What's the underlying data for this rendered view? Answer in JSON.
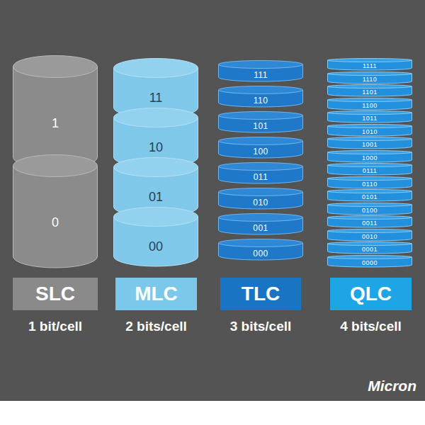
{
  "diagram": {
    "nodes": [
      {
        "text": [
          "1"
        ]
      },
      {
        "text": [
          "0"
        ]
      },
      {
        "text": [
          "11"
        ]
      },
      {
        "text": [
          "10"
        ]
      },
      {
        "text": [
          "01"
        ]
      },
      {
        "text": [
          "00"
        ]
      },
      {
        "text": [
          "111"
        ]
      },
      {
        "text": [
          "110"
        ]
      },
      {
        "text": [
          "101"
        ]
      },
      {
        "text": [
          "100"
        ]
      },
      {
        "text": [
          "011"
        ]
      },
      {
        "text": [
          "010"
        ]
      },
      {
        "text": [
          "001"
        ]
      },
      {
        "text": [
          "000"
        ]
      },
      {
        "text": [
          "1111"
        ]
      },
      {
        "text": [
          "1110"
        ]
      },
      {
        "text": [
          "1101"
        ]
      },
      {
        "text": [
          "1100"
        ]
      },
      {
        "text": [
          "1011"
        ]
      },
      {
        "text": [
          "1010"
        ]
      },
      {
        "text": [
          "1001"
        ]
      },
      {
        "text": [
          "1000"
        ]
      },
      {
        "text": [
          "0111"
        ]
      },
      {
        "text": [
          "0110"
        ]
      },
      {
        "text": [
          "0101"
        ]
      },
      {
        "text": [
          "0100"
        ]
      },
      {
        "text": [
          "0011"
        ]
      },
      {
        "text": [
          "0010"
        ]
      },
      {
        "text": [
          "0001"
        ]
      },
      {
        "text": [
          "0000"
        ]
      },
      {
        "text": [
          "SLC",
          "1 bit/cell"
        ]
      },
      {
        "text": [
          "MLC",
          "2 bits/cell"
        ]
      },
      {
        "text": [
          "TLC",
          "3 bits/cell"
        ]
      },
      {
        "text": [
          "QLC",
          "4 bits/cell"
        ]
      }
    ],
    "labels": [
      "Micron"
    ]
  }
}
